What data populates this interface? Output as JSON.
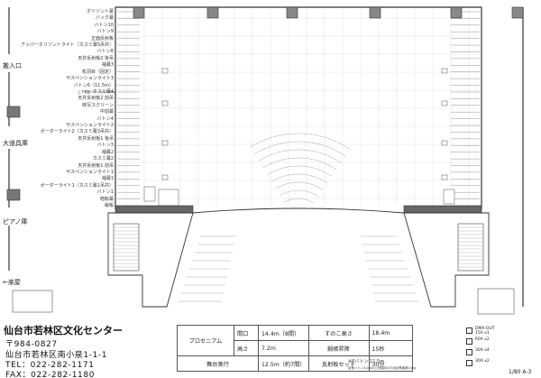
{
  "rail_labels": [
    "ホリゾント幕",
    "バック幕",
    "バトン10",
    "バトン9",
    "正面反射板",
    "アッパーホリゾントライト（カスミ幕5吊共）",
    "バトン8",
    "天井反射板2 後吊",
    "袖幕3",
    "松羽目（固定）",
    "サスペンションライト3",
    "バトン6（11.5m）",
    "カスミ幕4",
    "天井反射板2 前吊",
    "映写スクリーン",
    "中割幕",
    "バトン4",
    "サスペンションライト2",
    "ボーダーライト2（カスミ幕3吊共）",
    "天井反射板1 後吊",
    "バトン3",
    "袖幕2",
    "カスミ幕2",
    "天井反射板1 前吊",
    "サスペンションライト1",
    "袖幕1",
    "ボーダーライト1（カスミ幕1吊共）",
    "バトン1",
    "暗転幕",
    "緞帳"
  ],
  "rail_note": "上下電動バトン1m200kg",
  "rooms": {
    "loading": "搬入口",
    "tools": "大道具庫",
    "piano": "ピアノ庫",
    "dressing": "←楽屋"
  },
  "hall": {
    "name": "仙台市若林区文化センター",
    "postal": "〒984-0827",
    "address": "仙台市若林区南小泉1-1-1",
    "tel": "TEL：022-282-1171",
    "fax": "FAX：022-282-1180"
  },
  "specs": {
    "proscenium": "プロセニアム",
    "opening": "間口",
    "opening_val": "14.4m（8間）",
    "height": "高さ",
    "height_val": "7.2m",
    "sunoko": "すのこ高さ",
    "sunoko_val": "18.4m",
    "curtain": "緞帳昇降",
    "curtain_val": "15秒",
    "depth": "舞台奥行",
    "depth_val": "12.5m（約7間）",
    "reflector": "反射板セット",
    "reflector_val": "30分",
    "note_title": "※6バトン 11.5m",
    "note_body": "延長バトン3.0mの上段保持のため延長構造20kg"
  },
  "legend": [
    {
      "label": "DMX-OUT",
      "sub": "15A x1"
    },
    {
      "label": "60A x2",
      "sub": ""
    },
    {
      "label": "30A x4",
      "sub": ""
    },
    {
      "label": "30A x2",
      "sub": ""
    }
  ],
  "scale": "1/80  A-3"
}
